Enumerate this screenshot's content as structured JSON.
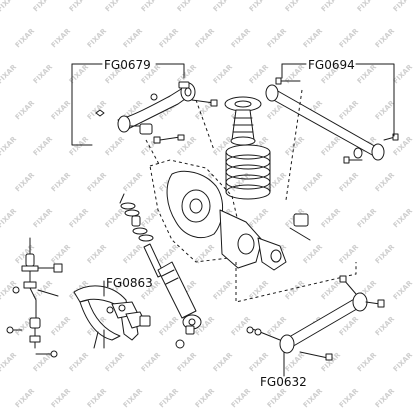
{
  "watermark": {
    "text": "FIXAR"
  },
  "labels": {
    "fg0679": "FG0679",
    "fg0694": "FG0694",
    "fg0863": "FG0863",
    "fg0632": "FG0632"
  },
  "colors": {
    "line": "#1a1a1a",
    "background": "#ffffff",
    "watermark": "#cfcfcf"
  }
}
